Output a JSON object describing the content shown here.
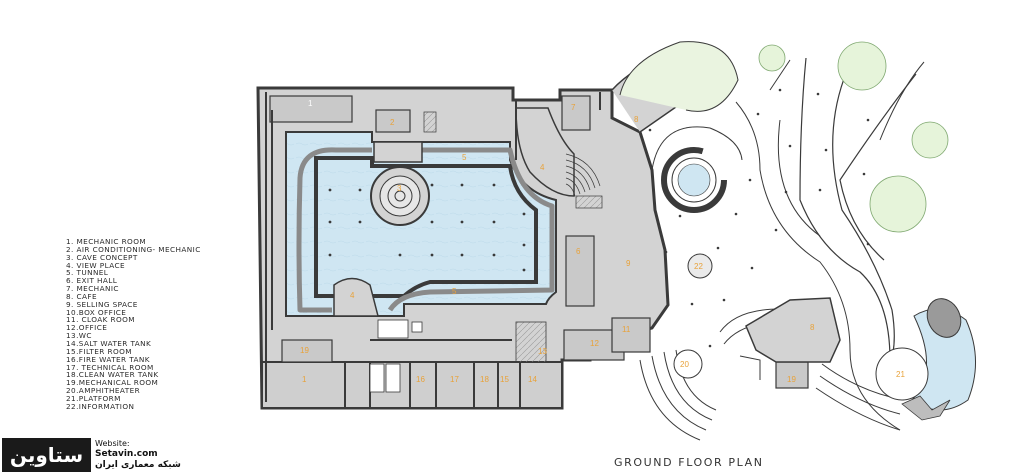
{
  "legend": [
    "1.  MECHANIC ROOM",
    "2. AIR CONDITIONING- MECHANIC",
    "3. CAVE CONCEPT",
    "4. VIEW PLACE",
    "5. TUNNEL",
    "6. EXIT HALL",
    "7. MECHANIC",
    "8. CAFE",
    "9. SELLING SPACE",
    "10.BOX OFFICE",
    "11. CLOAK ROOM",
    "12.OFFICE",
    "13.WC",
    "14.SALT WATER TANK",
    "15.FILTER ROOM",
    "16.FIRE WATER TANK",
    "17. TECHNICAL ROOM",
    "18.CLEAN WATER TANK",
    "19.MECHANICAL ROOM",
    "20.AMPHITHEATER",
    "21.PLATFORM",
    "22.INFORMATION"
  ],
  "plan_title": "GROUND FLOOR PLAN",
  "watermark": {
    "brand": "ستاوین",
    "website_label": "Website:",
    "url": "Setavin.com",
    "tagline": "شبکه معماری ایران"
  },
  "room_numbers": {
    "r1a": "1",
    "r2": "2",
    "r3": "3",
    "r4a": "4",
    "r4b": "4",
    "r5a": "5",
    "r5b": "5",
    "r6": "6",
    "r7": "7",
    "r8a": "8",
    "r8b": "8",
    "r9": "9",
    "r11": "11",
    "r12": "12",
    "r13": "13",
    "r14": "14",
    "r15": "15",
    "r16": "16",
    "r17": "17",
    "r18": "18",
    "r19a": "19",
    "r19b": "19",
    "r1b": "1",
    "r20": "20",
    "r21": "21",
    "r22": "22"
  },
  "colors": {
    "wall": "#3a3a3a",
    "floor": "#d3d3d3",
    "water": "#cfe6f2",
    "tree": "#e6f4da",
    "room_number": "#e8a23a"
  }
}
